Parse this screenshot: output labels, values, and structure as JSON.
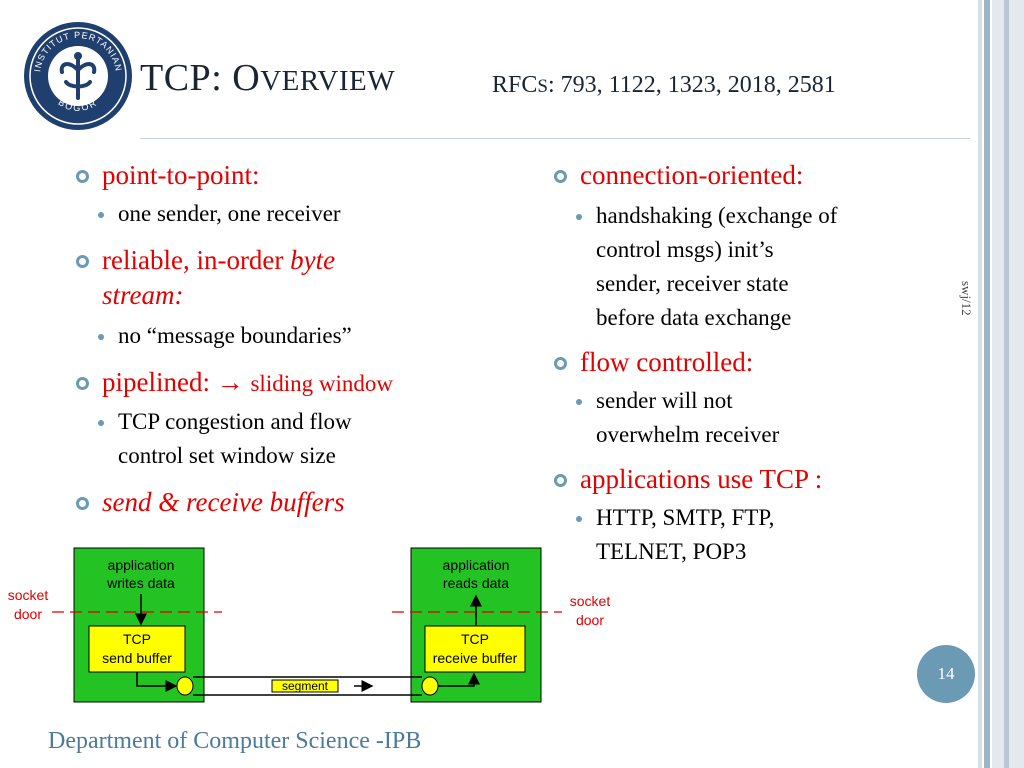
{
  "header": {
    "title_initial": "TCP: O",
    "title_rest": "VERVIEW",
    "rfc_initial": "RFC",
    "rfc_rest": "S",
    "rfc_numbers": ": 793, 1122, 1323, 2018, 2581",
    "logo_text_top": "INSTITUT PERTANIAN",
    "logo_text_bottom": "BOGOR"
  },
  "left_column": {
    "p2p": {
      "label": "point-to-point:",
      "sub": "one sender, one receiver"
    },
    "reliable": {
      "label": "reliable, in-order",
      "label_italic": "byte",
      "label_line2": "stream:",
      "sub": "no “message boundaries”"
    },
    "pipelined": {
      "label": "pipelined:",
      "arrow": "→",
      "detail": "sliding window",
      "sub_line1": "TCP congestion and flow",
      "sub_line2": "control set window size"
    },
    "buffers": {
      "label": "send & receive buffers"
    }
  },
  "right_column": {
    "connection": {
      "label": "connection-oriented:",
      "sub_lines": [
        "handshaking (exchange of",
        "control msgs) init’s",
        "sender, receiver state",
        "before data exchange"
      ]
    },
    "flow": {
      "label": "flow controlled:",
      "sub_lines": [
        "sender will not",
        "overwhelm receiver"
      ]
    },
    "apps": {
      "label": "applications use TCP :",
      "sub_lines": [
        "HTTP, SMTP, FTP,",
        "TELNET, POP3"
      ]
    }
  },
  "diagram": {
    "left_app_line1": "application",
    "left_app_line2": "writes data",
    "left_buf_line1": "TCP",
    "left_buf_line2": "send buffer",
    "right_app_line1": "application",
    "right_app_line2": "reads data",
    "right_buf_line1": "TCP",
    "right_buf_line2": "receive buffer",
    "socket_left_line1": "socket",
    "socket_left_line2": "door",
    "socket_right_line1": "socket",
    "socket_right_line2": "door",
    "segment": "segment"
  },
  "side_label": "swj/12",
  "page_number": "14",
  "footer": "Department of Computer Science -IPB",
  "colors": {
    "accent": "#6a9ab4",
    "heading_red": "#e30000",
    "box_green": "#22c322",
    "buffer_yellow": "#ffff00",
    "footer_blue": "#4a7b9d"
  }
}
